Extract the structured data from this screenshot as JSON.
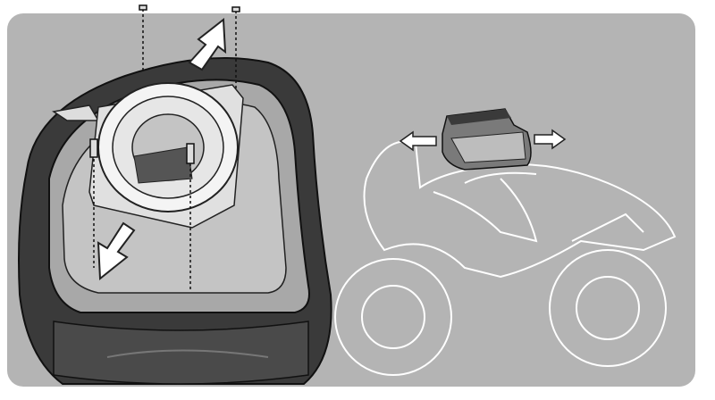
{
  "colors": {
    "page": "#ffffff",
    "panel": "#b4b4b4",
    "bag_dark": "#3a3a3a",
    "bag_mid": "#6e6e6e",
    "ring": "#f2f2f2",
    "outline_white": "#ffffff",
    "arrow_fill": "#ffffff",
    "arrow_stroke": "#222222"
  },
  "icons": [
    "tank-bag-illustration",
    "locking-ring-illustration",
    "screw-icon",
    "arrow-up-right-icon",
    "arrow-down-left-icon",
    "motorcycle-outline",
    "small-bag-illustration",
    "arrow-left-icon",
    "arrow-right-icon"
  ]
}
